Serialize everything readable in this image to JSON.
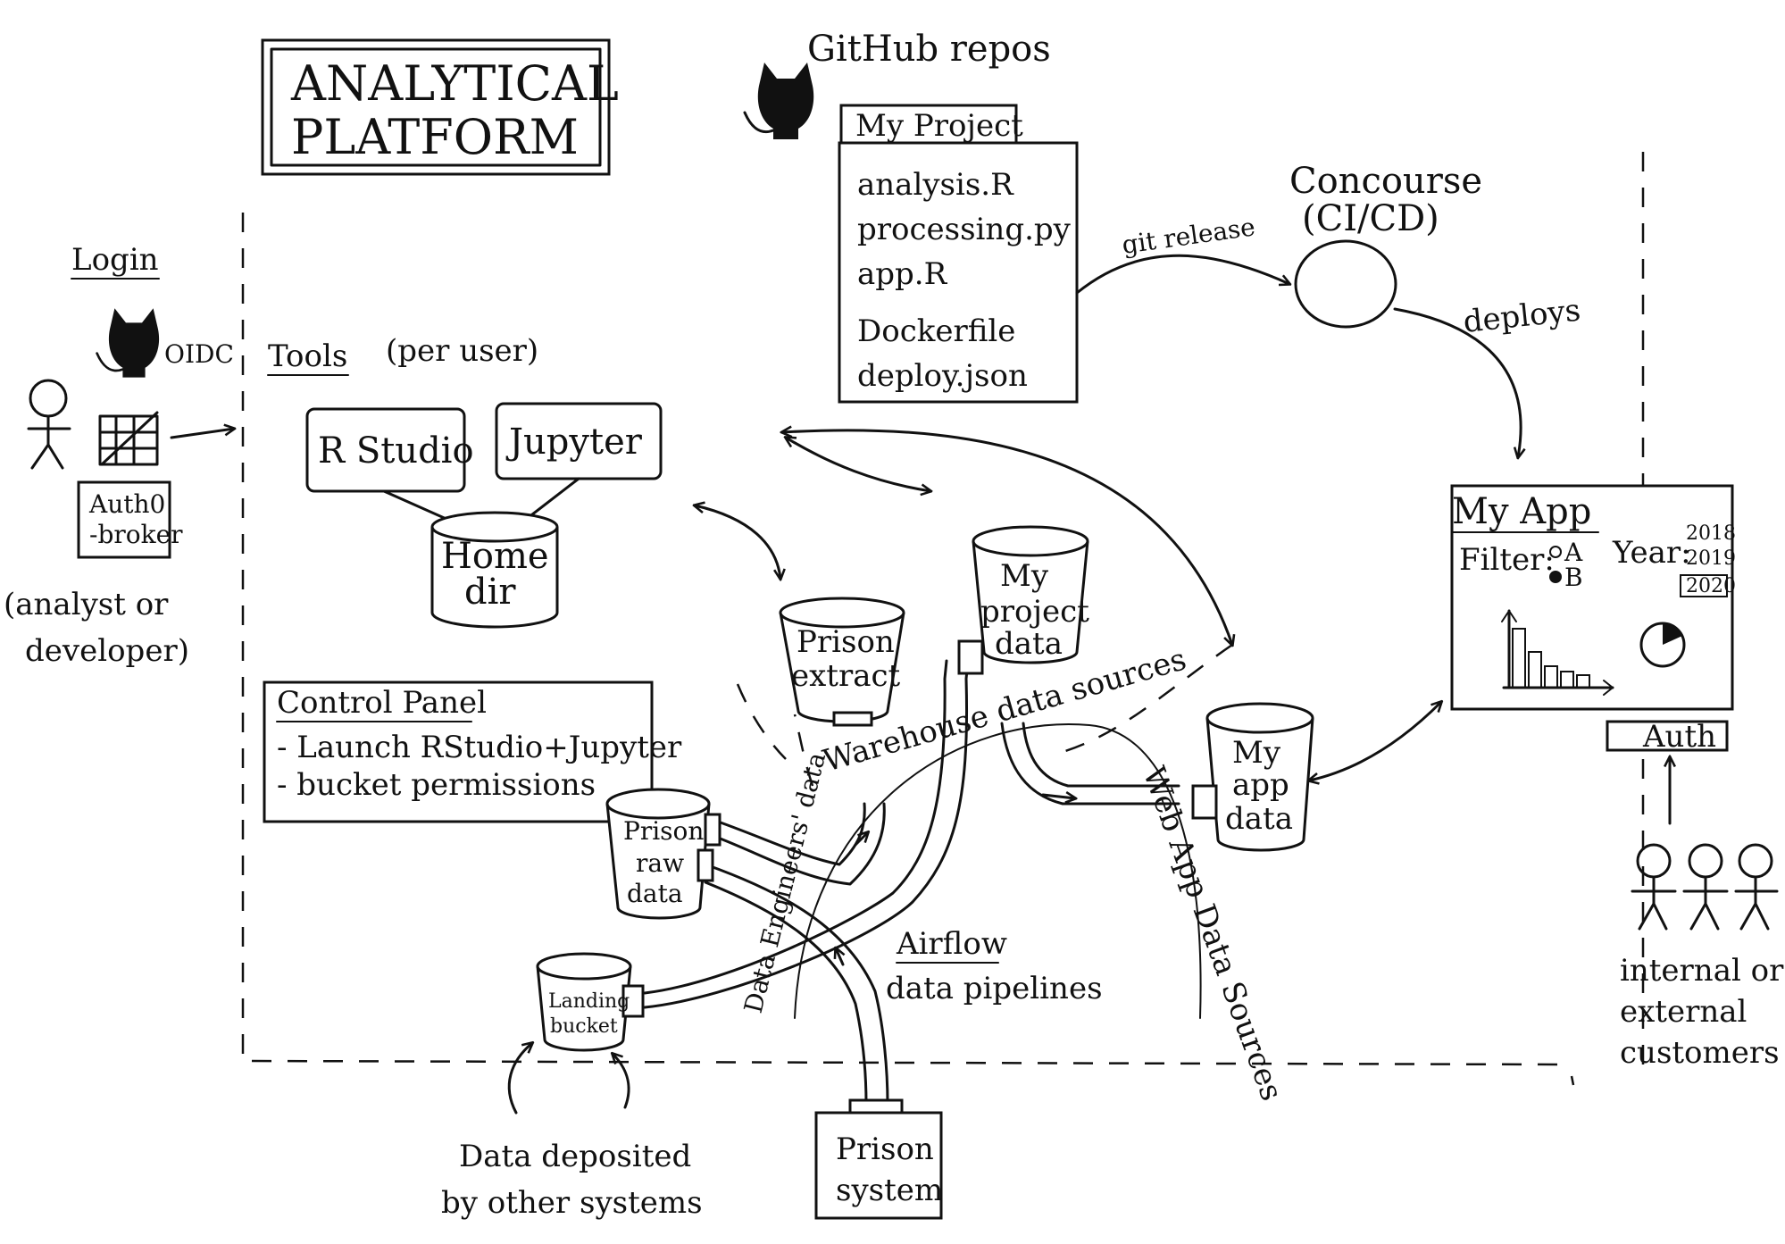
{
  "title": {
    "line1": "ANALYTICAL",
    "line2": "PLATFORM"
  },
  "github": {
    "label": "GitHub repos",
    "project": {
      "tab": "My Project",
      "files": [
        "analysis.R",
        "processing.py",
        "app.R",
        "Dockerfile",
        "deploy.json"
      ]
    }
  },
  "login": {
    "title": "Login",
    "oidc": "OIDC",
    "authbroker": {
      "line1": "Auth0",
      "line2": "-broker"
    },
    "user_caption": {
      "line1": "(analyst or",
      "line2": "developer)"
    }
  },
  "tools": {
    "title": "Tools",
    "suffix": "(per user)",
    "rstudio": "R Studio",
    "jupyter": "Jupyter",
    "homedir": {
      "line1": "Home",
      "line2": "dir"
    }
  },
  "control_panel": {
    "title": "Control Panel",
    "items": [
      "- Launch RStudio+Jupyter",
      "- bucket permissions"
    ]
  },
  "concourse": {
    "line1": "Concourse",
    "line2": "(CI/CD)",
    "git_release": "git release",
    "deploys": "deploys"
  },
  "buckets": {
    "prison_extract": {
      "line1": "Prison",
      "line2": "extract"
    },
    "my_project_data": {
      "line1": "My",
      "line2": "project",
      "line3": "data"
    },
    "my_app_data": {
      "line1": "My",
      "line2": "app",
      "line3": "data"
    },
    "prison_raw": {
      "line1": "Prison",
      "line2": "raw",
      "line3": "data"
    },
    "landing": {
      "line1": "Landing",
      "line2": "bucket"
    }
  },
  "labels": {
    "warehouse": "Warehouse data sources",
    "web_app_sources": "Web App Data Sources",
    "data_engineers": "Data Engineers' data",
    "airflow_title": "Airflow",
    "airflow_sub": "data pipelines",
    "deposited_line1": "Data deposited",
    "deposited_line2": "by other systems"
  },
  "prison_system": {
    "line1": "Prison",
    "line2": "system"
  },
  "app": {
    "title": "My App",
    "filter_label": "Filter:",
    "filter_options": [
      "A",
      "B"
    ],
    "year_label": "Year:",
    "years": [
      "2018",
      "2019",
      "2020"
    ],
    "selected_year": "2020",
    "auth": "Auth"
  },
  "customers": {
    "line1": "internal or",
    "line2": "external",
    "line3": "customers"
  },
  "colors": {
    "ink": "#111111",
    "paper": "#ffffff"
  }
}
